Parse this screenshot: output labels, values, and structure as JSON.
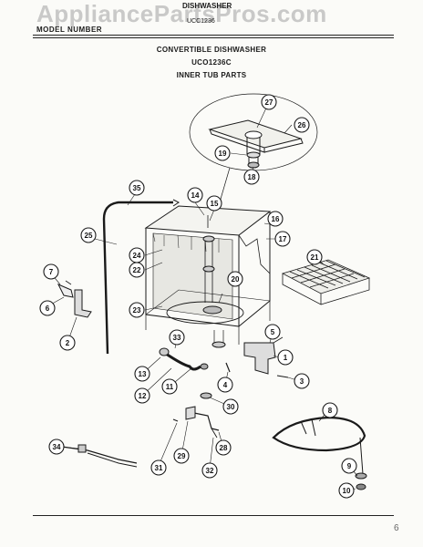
{
  "header": {
    "watermark": "AppliancePartsPros.com",
    "product": "DISHWASHER",
    "model_label": "MODEL NUMBER",
    "model_code": "UCC1236"
  },
  "titles": {
    "line1": "CONVERTIBLE DISHWASHER",
    "line2": "UCO1236C",
    "line3": "INNER TUB PARTS"
  },
  "corner_mark": "6",
  "callouts": [
    "1",
    "2",
    "3",
    "4",
    "5",
    "6",
    "7",
    "8",
    "9",
    "10",
    "11",
    "12",
    "13",
    "14",
    "15",
    "16",
    "17",
    "18",
    "19",
    "20",
    "21",
    "22",
    "23",
    "24",
    "25",
    "26",
    "27",
    "28",
    "29",
    "30",
    "31",
    "32",
    "33",
    "34",
    "35"
  ]
}
